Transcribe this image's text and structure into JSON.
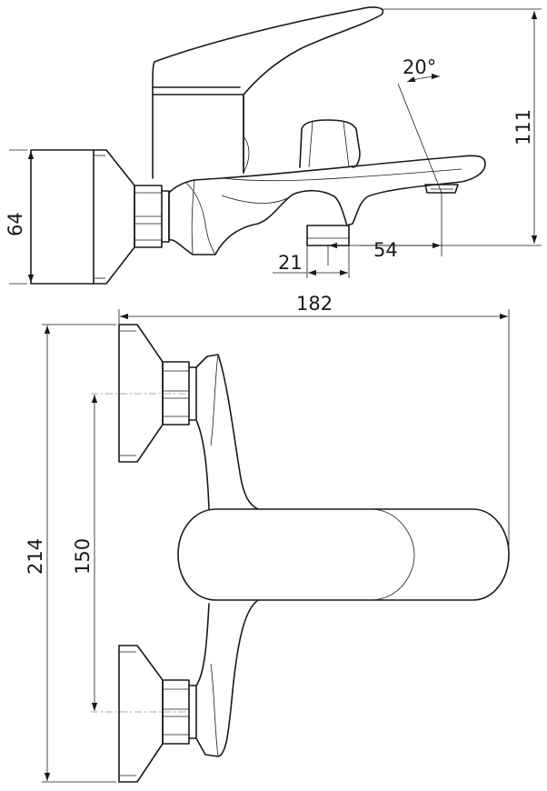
{
  "dimensions": {
    "body_height": "64",
    "total_height": "111",
    "spray_angle": "20°",
    "spout_offset": "54",
    "outlet_width": "21",
    "total_depth": "182",
    "total_width": "214",
    "center_distance": "150"
  },
  "colors": {
    "line": "#1a1a1a",
    "background": "#ffffff"
  }
}
